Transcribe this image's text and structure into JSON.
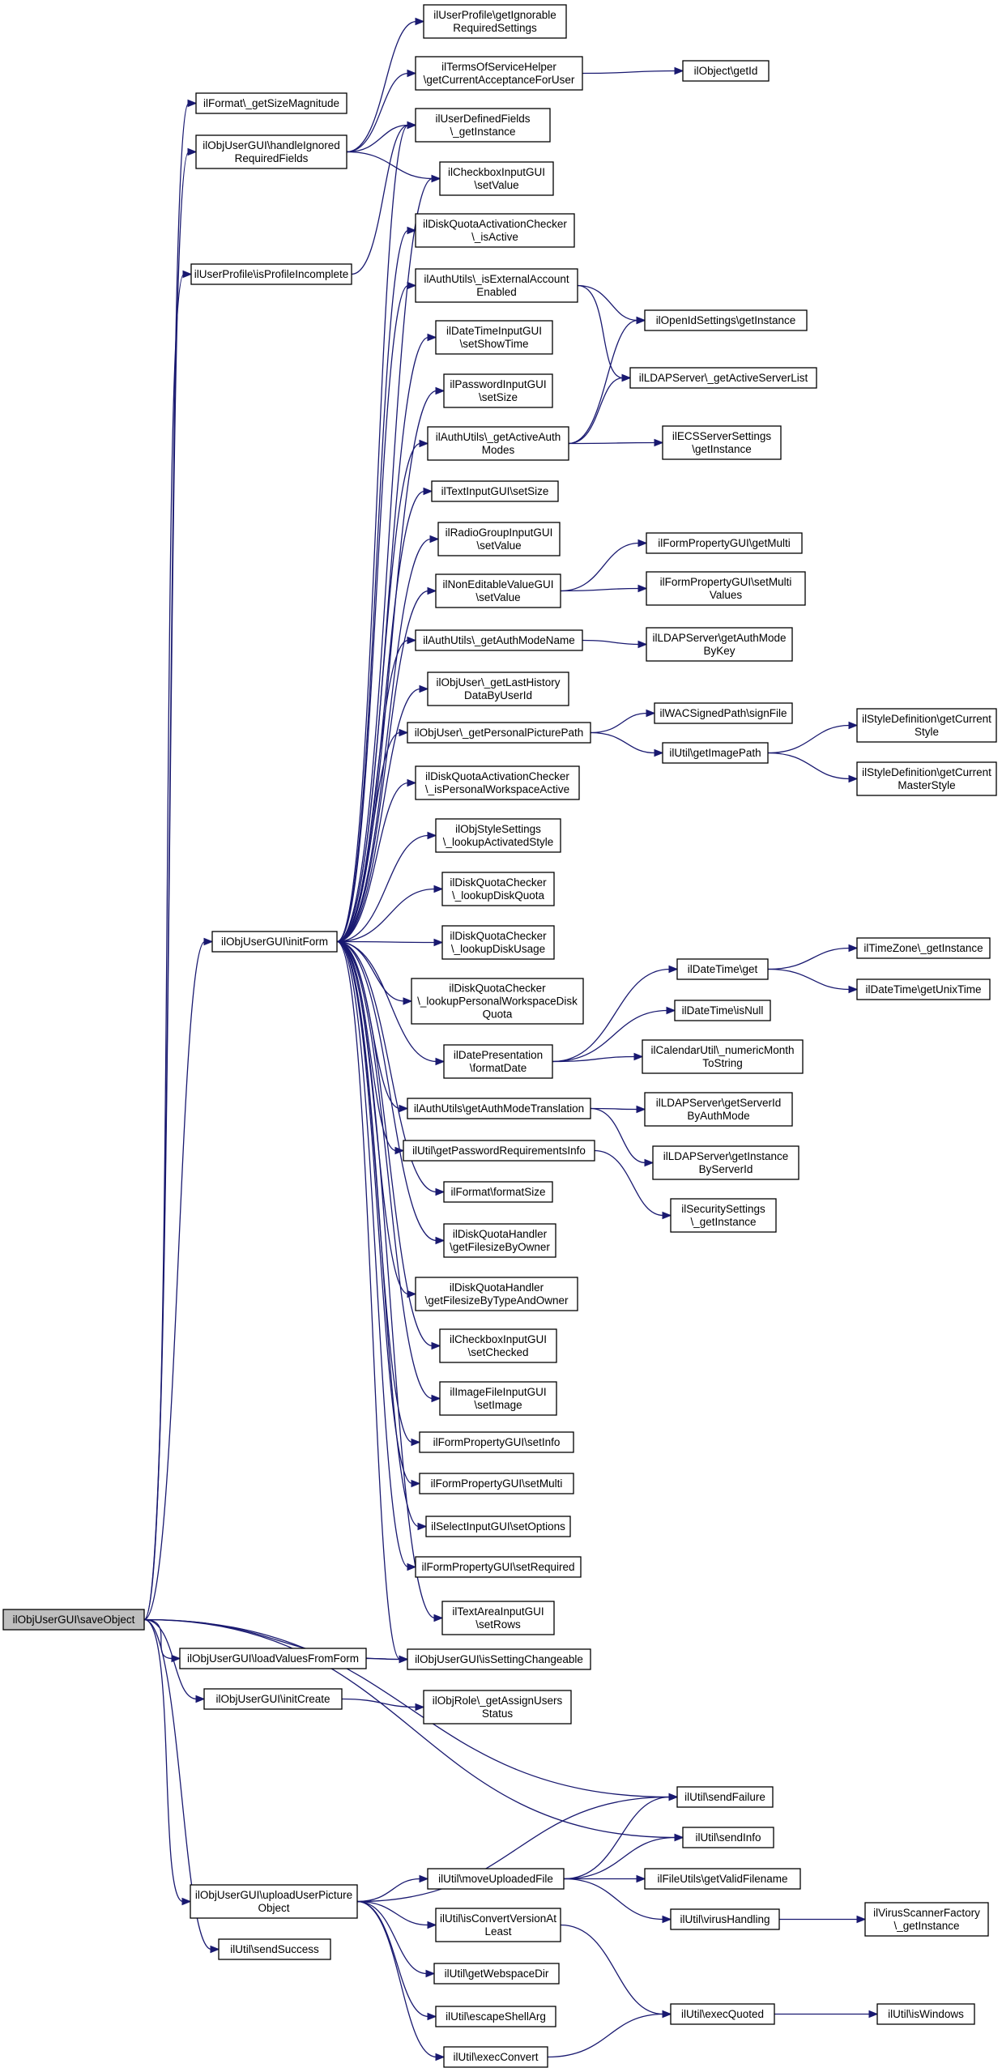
{
  "diagram": {
    "nodes": [
      {
        "id": "saveObject",
        "lines": [
          "ilObjUserGUI\\saveObject"
        ],
        "root": true
      },
      {
        "id": "getSizeMagnitude",
        "lines": [
          "ilFormat\\_getSizeMagnitude"
        ]
      },
      {
        "id": "handleIgnored",
        "lines": [
          "ilObjUserGUI\\handleIgnored",
          "RequiredFields"
        ]
      },
      {
        "id": "isProfileIncomplete",
        "lines": [
          "ilUserProfile\\isProfileIncomplete"
        ]
      },
      {
        "id": "initForm",
        "lines": [
          "ilObjUserGUI\\initForm"
        ]
      },
      {
        "id": "loadValuesFromForm",
        "lines": [
          "ilObjUserGUI\\loadValuesFromForm"
        ]
      },
      {
        "id": "initCreate",
        "lines": [
          "ilObjUserGUI\\initCreate"
        ]
      },
      {
        "id": "uploadUserPicture",
        "lines": [
          "ilObjUserGUI\\uploadUserPicture",
          "Object"
        ]
      },
      {
        "id": "sendSuccess",
        "lines": [
          "ilUtil\\sendSuccess"
        ]
      },
      {
        "id": "getIgnorableRequired",
        "lines": [
          "ilUserProfile\\getIgnorable",
          "RequiredSettings"
        ]
      },
      {
        "id": "getCurrentAcceptance",
        "lines": [
          "ilTermsOfServiceHelper",
          "\\getCurrentAcceptanceForUser"
        ]
      },
      {
        "id": "userDefinedFields",
        "lines": [
          "ilUserDefinedFields",
          "\\_getInstance"
        ]
      },
      {
        "id": "checkboxSetValue",
        "lines": [
          "ilCheckboxInputGUI",
          "\\setValue"
        ]
      },
      {
        "id": "dqActiveIsActive",
        "lines": [
          "ilDiskQuotaActivationChecker",
          "\\_isActive"
        ]
      },
      {
        "id": "isExternalAccount",
        "lines": [
          "ilAuthUtils\\_isExternalAccount",
          "Enabled"
        ]
      },
      {
        "id": "dateTimeSetShowTime",
        "lines": [
          "ilDateTimeInputGUI",
          "\\setShowTime"
        ]
      },
      {
        "id": "passwordSetSize",
        "lines": [
          "ilPasswordInputGUI",
          "\\setSize"
        ]
      },
      {
        "id": "getActiveAuthModes",
        "lines": [
          "ilAuthUtils\\_getActiveAuth",
          "Modes"
        ]
      },
      {
        "id": "textInputSetSize",
        "lines": [
          "ilTextInputGUI\\setSize"
        ]
      },
      {
        "id": "radioGroupSetValue",
        "lines": [
          "ilRadioGroupInputGUI",
          "\\setValue"
        ]
      },
      {
        "id": "nonEditableSetValue",
        "lines": [
          "ilNonEditableValueGUI",
          "\\setValue"
        ]
      },
      {
        "id": "getAuthModeName",
        "lines": [
          "ilAuthUtils\\_getAuthModeName"
        ]
      },
      {
        "id": "getLastHistory",
        "lines": [
          "ilObjUser\\_getLastHistory",
          "DataByUserId"
        ]
      },
      {
        "id": "getPersonalPicturePath",
        "lines": [
          "ilObjUser\\_getPersonalPicturePath"
        ]
      },
      {
        "id": "isPersonalWorkspaceActive",
        "lines": [
          "ilDiskQuotaActivationChecker",
          "\\_isPersonalWorkspaceActive"
        ]
      },
      {
        "id": "lookupActivatedStyle",
        "lines": [
          "ilObjStyleSettings",
          "\\_lookupActivatedStyle"
        ]
      },
      {
        "id": "lookupDiskQuota",
        "lines": [
          "ilDiskQuotaChecker",
          "\\_lookupDiskQuota"
        ]
      },
      {
        "id": "lookupDiskUsage",
        "lines": [
          "ilDiskQuotaChecker",
          "\\_lookupDiskUsage"
        ]
      },
      {
        "id": "lookupPersonalWorkspaceDiskQuota",
        "lines": [
          "ilDiskQuotaChecker",
          "\\_lookupPersonalWorkspaceDisk",
          "Quota"
        ]
      },
      {
        "id": "formatDate",
        "lines": [
          "ilDatePresentation",
          "\\formatDate"
        ]
      },
      {
        "id": "getAuthModeTranslation",
        "lines": [
          "ilAuthUtils\\getAuthModeTranslation"
        ]
      },
      {
        "id": "getPasswordRequirementsInfo",
        "lines": [
          "ilUtil\\getPasswordRequirementsInfo"
        ]
      },
      {
        "id": "formatSize",
        "lines": [
          "ilFormat\\formatSize"
        ]
      },
      {
        "id": "getFilesizeByOwner",
        "lines": [
          "ilDiskQuotaHandler",
          "\\getFilesizeByOwner"
        ]
      },
      {
        "id": "getFilesizeByTypeAndOwner",
        "lines": [
          "ilDiskQuotaHandler",
          "\\getFilesizeByTypeAndOwner"
        ]
      },
      {
        "id": "checkboxSetChecked",
        "lines": [
          "ilCheckboxInputGUI",
          "\\setChecked"
        ]
      },
      {
        "id": "imageFileSetImage",
        "lines": [
          "ilImageFileInputGUI",
          "\\setImage"
        ]
      },
      {
        "id": "formPropertySetInfo",
        "lines": [
          "ilFormPropertyGUI\\setInfo"
        ]
      },
      {
        "id": "formPropertySetMulti",
        "lines": [
          "ilFormPropertyGUI\\setMulti"
        ]
      },
      {
        "id": "selectSetOptions",
        "lines": [
          "ilSelectInputGUI\\setOptions"
        ]
      },
      {
        "id": "formPropertySetRequired",
        "lines": [
          "ilFormPropertyGUI\\setRequired"
        ]
      },
      {
        "id": "textAreaSetRows",
        "lines": [
          "ilTextAreaInputGUI",
          "\\setRows"
        ]
      },
      {
        "id": "isSettingChangeable",
        "lines": [
          "ilObjUserGUI\\isSettingChangeable"
        ]
      },
      {
        "id": "getAssignUsersStatus",
        "lines": [
          "ilObjRole\\_getAssignUsers",
          "Status"
        ]
      },
      {
        "id": "moveUploadedFile",
        "lines": [
          "ilUtil\\moveUploadedFile"
        ]
      },
      {
        "id": "isConvertVersionAtLeast",
        "lines": [
          "ilUtil\\isConvertVersionAt",
          "Least"
        ]
      },
      {
        "id": "getWebspaceDir",
        "lines": [
          "ilUtil\\getWebspaceDir"
        ]
      },
      {
        "id": "escapeShellArg",
        "lines": [
          "ilUtil\\escapeShellArg"
        ]
      },
      {
        "id": "execConvert",
        "lines": [
          "ilUtil\\execConvert"
        ]
      },
      {
        "id": "getId",
        "lines": [
          "ilObject\\getId"
        ]
      },
      {
        "id": "openIdGetInstance",
        "lines": [
          "ilOpenIdSettings\\getInstance"
        ]
      },
      {
        "id": "getActiveServerList",
        "lines": [
          "ilLDAPServer\\_getActiveServerList"
        ]
      },
      {
        "id": "ecsGetInstance",
        "lines": [
          "ilECSServerSettings",
          "\\getInstance"
        ]
      },
      {
        "id": "getMulti",
        "lines": [
          "ilFormPropertyGUI\\getMulti"
        ]
      },
      {
        "id": "setMultiValues",
        "lines": [
          "ilFormPropertyGUI\\setMulti",
          "Values"
        ]
      },
      {
        "id": "getAuthModeByKey",
        "lines": [
          "ilLDAPServer\\getAuthMode",
          "ByKey"
        ]
      },
      {
        "id": "signFile",
        "lines": [
          "ilWACSignedPath\\signFile"
        ]
      },
      {
        "id": "getImagePath",
        "lines": [
          "ilUtil\\getImagePath"
        ]
      },
      {
        "id": "dateTimeGet",
        "lines": [
          "ilDateTime\\get"
        ]
      },
      {
        "id": "dateTimeIsNull",
        "lines": [
          "ilDateTime\\isNull"
        ]
      },
      {
        "id": "numericMonthToString",
        "lines": [
          "ilCalendarUtil\\_numericMonth",
          "ToString"
        ]
      },
      {
        "id": "getServerIdByAuthMode",
        "lines": [
          "ilLDAPServer\\getServerId",
          "ByAuthMode"
        ]
      },
      {
        "id": "getInstanceByServerId",
        "lines": [
          "ilLDAPServer\\getInstance",
          "ByServerId"
        ]
      },
      {
        "id": "securityGetInstance",
        "lines": [
          "ilSecuritySettings",
          "\\_getInstance"
        ]
      },
      {
        "id": "sendFailure",
        "lines": [
          "ilUtil\\sendFailure"
        ]
      },
      {
        "id": "sendInfo",
        "lines": [
          "ilUtil\\sendInfo"
        ]
      },
      {
        "id": "getValidFilename",
        "lines": [
          "ilFileUtils\\getValidFilename"
        ]
      },
      {
        "id": "virusHandling",
        "lines": [
          "ilUtil\\virusHandling"
        ]
      },
      {
        "id": "execQuoted",
        "lines": [
          "ilUtil\\execQuoted"
        ]
      },
      {
        "id": "getCurrentStyle",
        "lines": [
          "ilStyleDefinition\\getCurrent",
          "Style"
        ]
      },
      {
        "id": "getCurrentMasterStyle",
        "lines": [
          "ilStyleDefinition\\getCurrent",
          "MasterStyle"
        ]
      },
      {
        "id": "timeZoneGetInstance",
        "lines": [
          "ilTimeZone\\_getInstance"
        ]
      },
      {
        "id": "getUnixTime",
        "lines": [
          "ilDateTime\\getUnixTime"
        ]
      },
      {
        "id": "virusScannerGetInstance",
        "lines": [
          "ilVirusScannerFactory",
          "\\_getInstance"
        ]
      },
      {
        "id": "isWindows",
        "lines": [
          "ilUtil\\isWindows"
        ]
      }
    ],
    "edges": [
      [
        "saveObject",
        "getSizeMagnitude"
      ],
      [
        "saveObject",
        "handleIgnored"
      ],
      [
        "saveObject",
        "isProfileIncomplete"
      ],
      [
        "saveObject",
        "initForm"
      ],
      [
        "saveObject",
        "loadValuesFromForm"
      ],
      [
        "saveObject",
        "initCreate"
      ],
      [
        "saveObject",
        "uploadUserPicture"
      ],
      [
        "saveObject",
        "sendSuccess"
      ],
      [
        "saveObject",
        "isSettingChangeable"
      ],
      [
        "saveObject",
        "sendFailure"
      ],
      [
        "saveObject",
        "sendInfo"
      ],
      [
        "handleIgnored",
        "getIgnorableRequired"
      ],
      [
        "handleIgnored",
        "getCurrentAcceptance"
      ],
      [
        "handleIgnored",
        "userDefinedFields"
      ],
      [
        "handleIgnored",
        "checkboxSetValue"
      ],
      [
        "isProfileIncomplete",
        "userDefinedFields"
      ],
      [
        "getCurrentAcceptance",
        "getId"
      ],
      [
        "initForm",
        "userDefinedFields"
      ],
      [
        "initForm",
        "checkboxSetValue"
      ],
      [
        "initForm",
        "dqActiveIsActive"
      ],
      [
        "initForm",
        "isExternalAccount"
      ],
      [
        "initForm",
        "dateTimeSetShowTime"
      ],
      [
        "initForm",
        "passwordSetSize"
      ],
      [
        "initForm",
        "getActiveAuthModes"
      ],
      [
        "initForm",
        "textInputSetSize"
      ],
      [
        "initForm",
        "radioGroupSetValue"
      ],
      [
        "initForm",
        "nonEditableSetValue"
      ],
      [
        "initForm",
        "getAuthModeName"
      ],
      [
        "initForm",
        "getLastHistory"
      ],
      [
        "initForm",
        "getPersonalPicturePath"
      ],
      [
        "initForm",
        "isPersonalWorkspaceActive"
      ],
      [
        "initForm",
        "lookupActivatedStyle"
      ],
      [
        "initForm",
        "lookupDiskQuota"
      ],
      [
        "initForm",
        "lookupDiskUsage"
      ],
      [
        "initForm",
        "lookupPersonalWorkspaceDiskQuota"
      ],
      [
        "initForm",
        "formatDate"
      ],
      [
        "initForm",
        "getAuthModeTranslation"
      ],
      [
        "initForm",
        "getPasswordRequirementsInfo"
      ],
      [
        "initForm",
        "formatSize"
      ],
      [
        "initForm",
        "getFilesizeByOwner"
      ],
      [
        "initForm",
        "getFilesizeByTypeAndOwner"
      ],
      [
        "initForm",
        "checkboxSetChecked"
      ],
      [
        "initForm",
        "imageFileSetImage"
      ],
      [
        "initForm",
        "formPropertySetInfo"
      ],
      [
        "initForm",
        "formPropertySetMulti"
      ],
      [
        "initForm",
        "selectSetOptions"
      ],
      [
        "initForm",
        "formPropertySetRequired"
      ],
      [
        "initForm",
        "textAreaSetRows"
      ],
      [
        "initForm",
        "isSettingChangeable"
      ],
      [
        "isExternalAccount",
        "openIdGetInstance"
      ],
      [
        "isExternalAccount",
        "getActiveServerList"
      ],
      [
        "getActiveAuthModes",
        "openIdGetInstance"
      ],
      [
        "getActiveAuthModes",
        "getActiveServerList"
      ],
      [
        "getActiveAuthModes",
        "ecsGetInstance"
      ],
      [
        "nonEditableSetValue",
        "getMulti"
      ],
      [
        "nonEditableSetValue",
        "setMultiValues"
      ],
      [
        "getAuthModeName",
        "getAuthModeByKey"
      ],
      [
        "getPersonalPicturePath",
        "signFile"
      ],
      [
        "getPersonalPicturePath",
        "getImagePath"
      ],
      [
        "getImagePath",
        "getCurrentStyle"
      ],
      [
        "getImagePath",
        "getCurrentMasterStyle"
      ],
      [
        "formatDate",
        "dateTimeGet"
      ],
      [
        "formatDate",
        "dateTimeIsNull"
      ],
      [
        "formatDate",
        "numericMonthToString"
      ],
      [
        "dateTimeGet",
        "timeZoneGetInstance"
      ],
      [
        "dateTimeGet",
        "getUnixTime"
      ],
      [
        "getAuthModeTranslation",
        "getServerIdByAuthMode"
      ],
      [
        "getAuthModeTranslation",
        "getInstanceByServerId"
      ],
      [
        "getPasswordRequirementsInfo",
        "securityGetInstance"
      ],
      [
        "loadValuesFromForm",
        "isSettingChangeable"
      ],
      [
        "initCreate",
        "getAssignUsersStatus"
      ],
      [
        "uploadUserPicture",
        "sendFailure"
      ],
      [
        "uploadUserPicture",
        "moveUploadedFile"
      ],
      [
        "uploadUserPicture",
        "isConvertVersionAtLeast"
      ],
      [
        "uploadUserPicture",
        "getWebspaceDir"
      ],
      [
        "uploadUserPicture",
        "escapeShellArg"
      ],
      [
        "uploadUserPicture",
        "execConvert"
      ],
      [
        "moveUploadedFile",
        "sendFailure"
      ],
      [
        "moveUploadedFile",
        "sendInfo"
      ],
      [
        "moveUploadedFile",
        "getValidFilename"
      ],
      [
        "moveUploadedFile",
        "virusHandling"
      ],
      [
        "virusHandling",
        "virusScannerGetInstance"
      ],
      [
        "isConvertVersionAtLeast",
        "execQuoted"
      ],
      [
        "execConvert",
        "execQuoted"
      ],
      [
        "execQuoted",
        "isWindows"
      ]
    ]
  }
}
